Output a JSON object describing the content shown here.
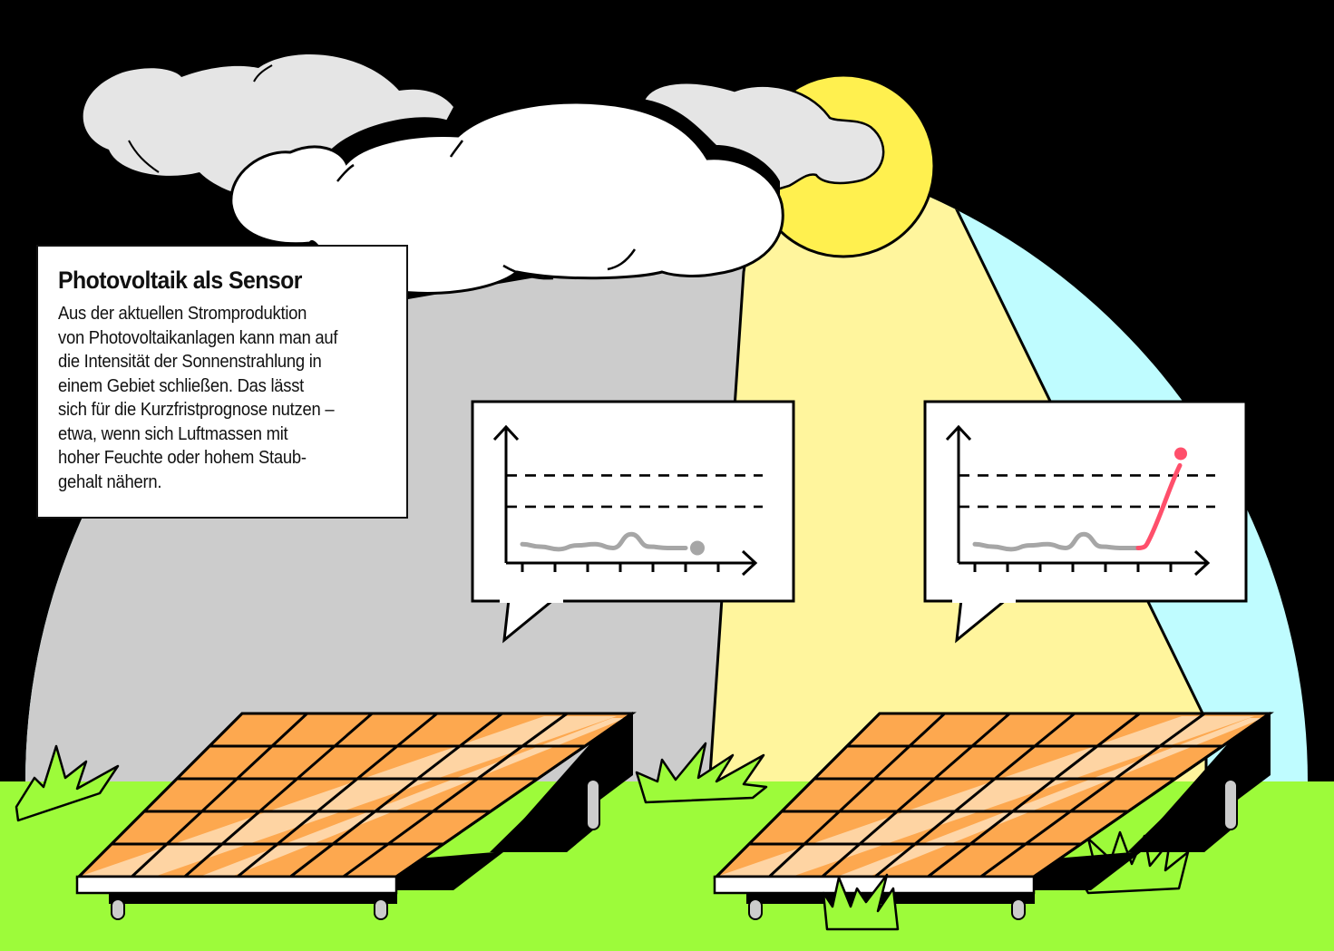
{
  "infobox": {
    "title": "Photovoltaik als Sensor",
    "body_lines": [
      "Aus der aktuellen Stromproduktion",
      "von Photovoltaikanlagen kann man auf",
      "die Intensität der Sonnenstrahlung in",
      "einem Gebiet schließen. Das lässt",
      "sich für die Kurzfristprognose nutzen –",
      "etwa, wenn sich Luftmassen mit",
      "hoher Feuchte oder hohem Staub-",
      "gehalt nähern."
    ]
  },
  "colors": {
    "sky": "#000000",
    "shade": "#cccccc",
    "sunbeam": "#fff59d",
    "clear_sky": "#bffcff",
    "sun": "#fff04f",
    "cloud_back": "#e5e5e5",
    "cloud_front": "#ffffff",
    "grass": "#9dfb3a",
    "panel_cell": "#fda84f",
    "panel_glare": "#fed6a8",
    "panel_frame": "#ffffff",
    "feet": "#cccccc",
    "line_normal": "#a6a6a6",
    "line_alert": "#ff4f6b"
  },
  "charts": [
    {
      "name": "shaded-panel-output",
      "status": "normal",
      "threshold_levels": [
        0.45,
        0.7
      ],
      "series_normal": [
        0.15,
        0.13,
        0.11,
        0.14,
        0.15,
        0.12,
        0.23,
        0.13,
        0.12,
        0.12
      ],
      "series_alert": [],
      "endpoint": "normal"
    },
    {
      "name": "sunlit-panel-output",
      "status": "alert",
      "threshold_levels": [
        0.45,
        0.7
      ],
      "series_normal": [
        0.15,
        0.13,
        0.11,
        0.14,
        0.15,
        0.12,
        0.23,
        0.13,
        0.12,
        0.12
      ],
      "series_alert": [
        0.12,
        0.14,
        0.35,
        0.62,
        0.8
      ],
      "endpoint": "alert"
    }
  ]
}
